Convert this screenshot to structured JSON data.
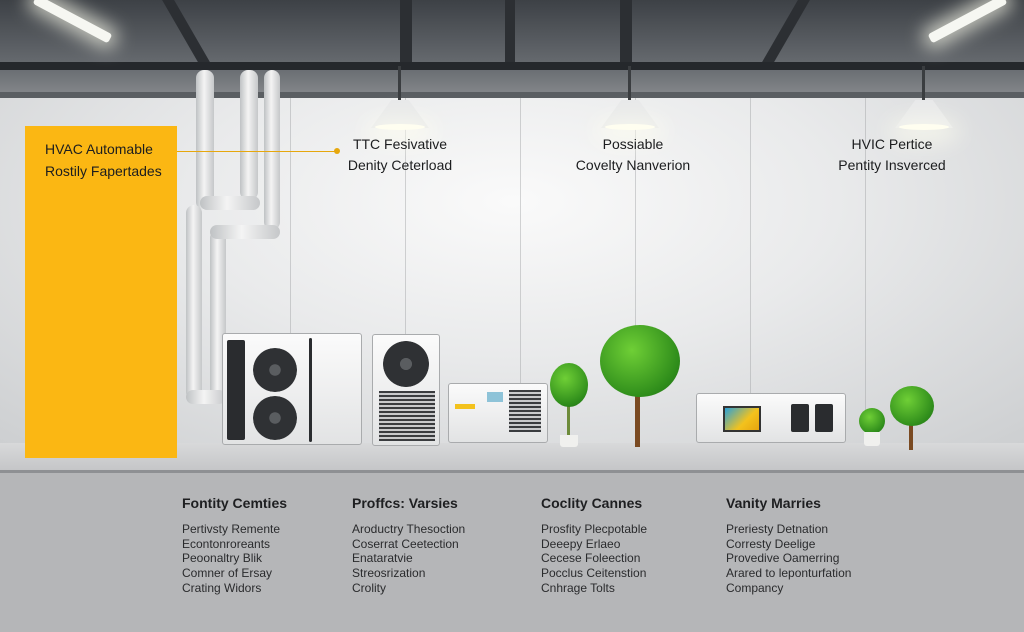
{
  "panel": {
    "line1": "HVAC Automable",
    "line2": "Rostily Fapertades"
  },
  "wall_labels": [
    {
      "line1": "TTC Fesivative",
      "line2": "Denity Ceterload"
    },
    {
      "line1": "Possiable",
      "line2": "Covelty Nanverion"
    },
    {
      "line1": "HVIC Pertice",
      "line2": "Pentity Insverced"
    }
  ],
  "columns": [
    {
      "title": "Fontity Cemties",
      "items": [
        "Pertivsty Remente",
        "Econtonroreants",
        "Peoonaltry Blik",
        "Comner of Ersay",
        "Crating Widors"
      ]
    },
    {
      "title": "Proffcs: Varsies",
      "items": [
        "Aroductry Thesoction",
        "Coserrat Ceetection",
        "Enataratvie",
        "Streosrization",
        "Crolity"
      ]
    },
    {
      "title": "Coclity Cannes",
      "items": [
        "Prosfity Plecpotable",
        "Deeepy Erlaeo",
        "Cecese Foleection",
        "Pocclus Ceitenstion",
        "Cnhrage Tolts"
      ]
    },
    {
      "title": "Vanity Marries",
      "items": [
        "Preriesty Detnation",
        "Corresty Deelige",
        "Provedive Oamerring",
        "Arared to leponturfation",
        "Compancy"
      ]
    }
  ],
  "colors": {
    "accent": "#fbb713",
    "tree": "#2f8d1b"
  }
}
